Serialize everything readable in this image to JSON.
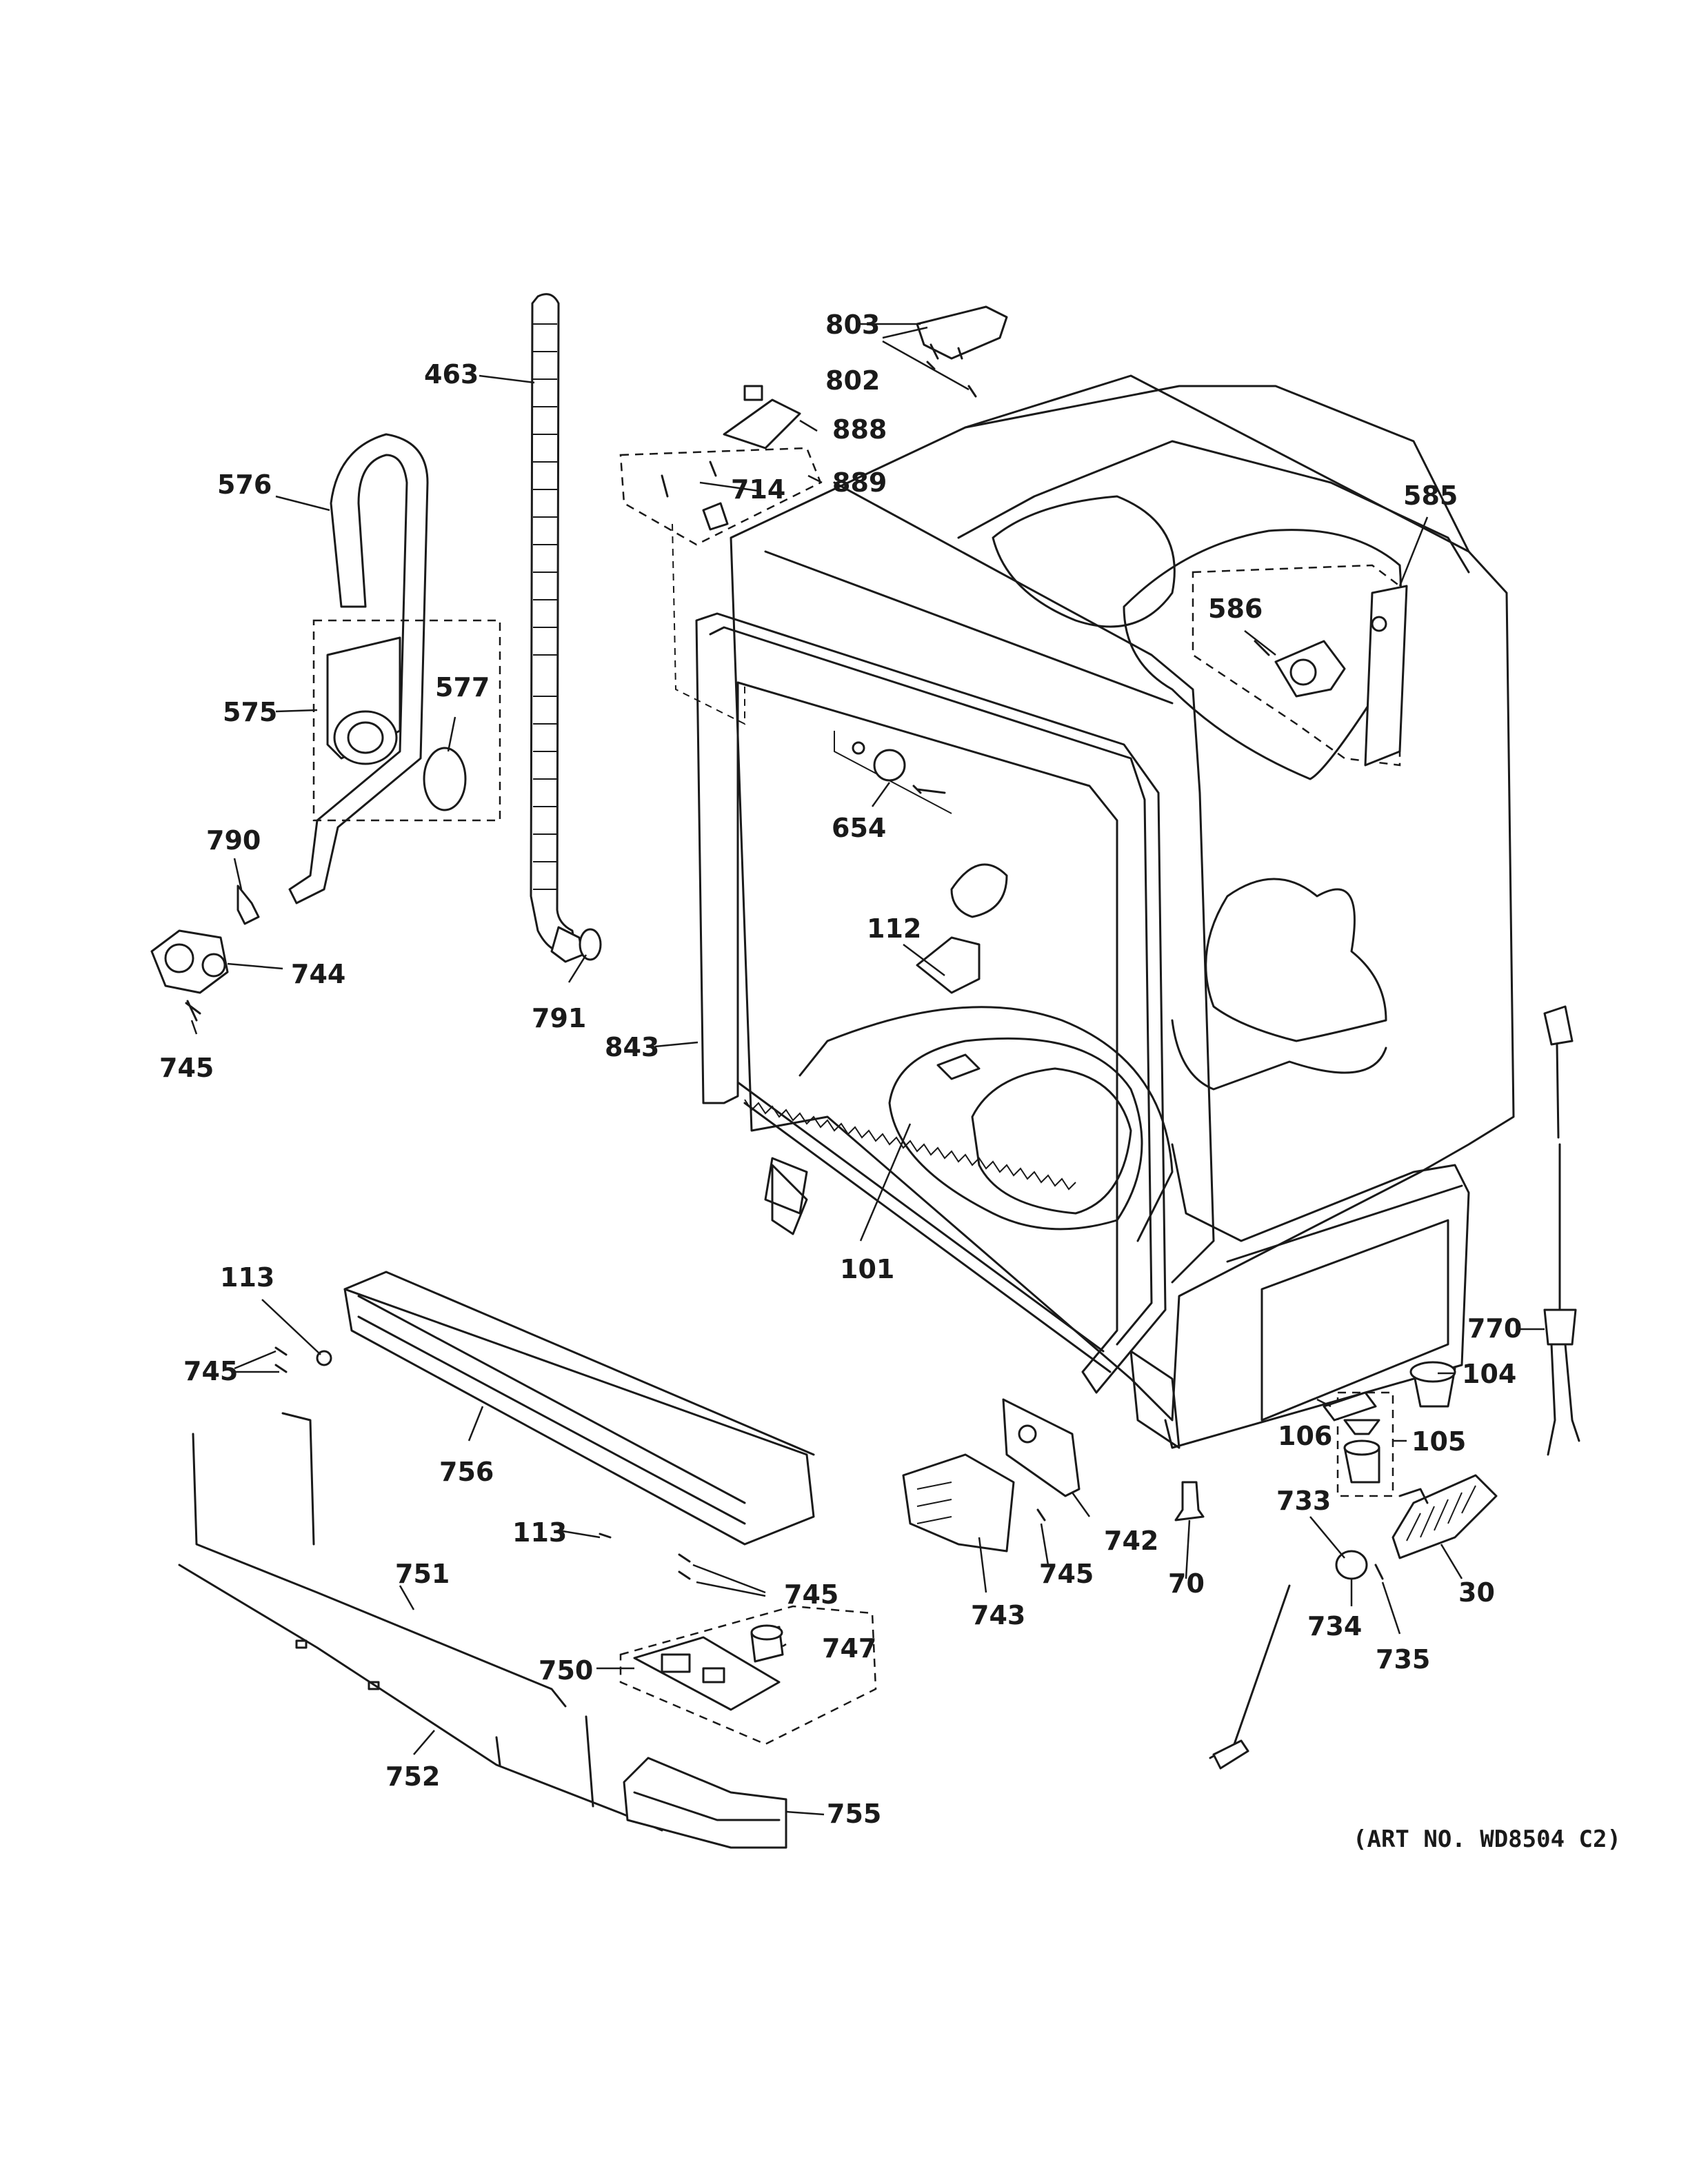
{
  "art_number": "(ART NO. WD8504 C2)",
  "callouts": {
    "c803": "803",
    "c802": "802",
    "c463": "463",
    "c888": "888",
    "c714": "714",
    "c889": "889",
    "c576": "576",
    "c585": "585",
    "c586": "586",
    "c575": "575",
    "c577": "577",
    "c654": "654",
    "c790": "790",
    "c744": "744",
    "c112": "112",
    "c791": "791",
    "c745a": "745",
    "c843": "843",
    "c101": "101",
    "c113a": "113",
    "c745b": "745",
    "c770": "770",
    "c104": "104",
    "c106": "106",
    "c105": "105",
    "c756": "756",
    "c742": "742",
    "c113b": "113",
    "c745c": "745",
    "c745d": "745",
    "c733": "733",
    "c70": "70",
    "c30": "30",
    "c751": "751",
    "c743": "743",
    "c747": "747",
    "c734": "734",
    "c750": "750",
    "c735": "735",
    "c752": "752",
    "c755": "755"
  },
  "colors": {
    "line": "#1a1a1a",
    "background": "#ffffff"
  }
}
